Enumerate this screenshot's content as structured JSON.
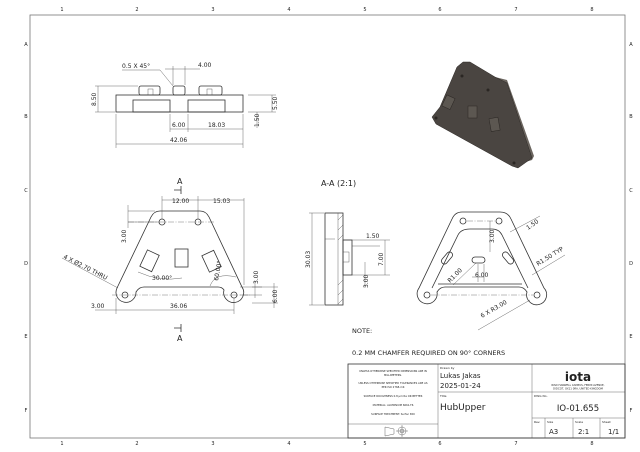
{
  "sheet": {
    "col_labels": [
      "1",
      "2",
      "3",
      "4",
      "5",
      "6",
      "7",
      "8"
    ],
    "row_labels": [
      "A",
      "B",
      "C",
      "D",
      "E",
      "F"
    ]
  },
  "top_view": {
    "chamfer": "0.5 X 45°",
    "dims": {
      "d400": "4.00",
      "d850": "8.50",
      "d550": "5.50",
      "d150": "1.50",
      "d600": "6.00",
      "d1803": "18.03",
      "d4206": "42.06"
    }
  },
  "front_view": {
    "section_letter": "A",
    "holes": "4 X Ø2.70 THRU",
    "dims": {
      "d1200": "12.00",
      "d1503": "15.03",
      "d300a": "3.00",
      "d3000deg": "30.00°",
      "d6000deg": "60.00°",
      "d300b": "3.00",
      "d600": "6.00",
      "d300c": "3.00",
      "d3606": "36.06"
    }
  },
  "section_view": {
    "title": "A-A (2:1)",
    "dims": {
      "d3003": "30.03",
      "d150": "1.50",
      "d700": "7.00",
      "d300": "3.00"
    }
  },
  "back_view": {
    "dims": {
      "d300": "3.00",
      "d150": "1.50",
      "r150": "R1.50 TYP",
      "r100": "R1.00",
      "d600": "6.00",
      "r300": "6 X R3.00"
    }
  },
  "note": {
    "heading": "NOTE:",
    "text": "0.2 MM CHAMFER REQUIRED ON 90° CORNERS"
  },
  "title_block": {
    "notes": [
      "UNLESS OTHERWISE SPECIFIED DIMENSIONS ARE IN",
      "MILLIMETERS.",
      "UNLESS OTHERWISE SPECIFIED TOLERANCES ARE AS",
      "PER ISO 2768-mK",
      "SURFACE ROUGHNESS 0.8 µm Ra OR BETTER",
      "MATERIAL: ALUMINIUM 6061-T6",
      "SURFACE TREATMENT: Surfac 650"
    ],
    "drawn_by_label": "Drawn by",
    "drawn_by": "Lukas Jakas",
    "date": "2025-01-24",
    "title_label": "Title",
    "title": "HubUpper",
    "logo": "iota",
    "address_1": "RISD HARWELL CAMPUS, FERMI AVENUE,",
    "address_2": "DIDCOT, OX11 0RA, UNITED KINGDOM",
    "dwg_label": "DWG No.",
    "dwg_no": "IO-01.655",
    "rev_label": "Rev.",
    "size_label": "Size",
    "size": "A3",
    "scale_label": "Scale",
    "scale": "2:1",
    "sheet_label": "Sheet",
    "sheet": "1/1"
  },
  "colors": {
    "part_dark": "#4a4541",
    "part_light": "#6b655f",
    "line": "#333333"
  }
}
